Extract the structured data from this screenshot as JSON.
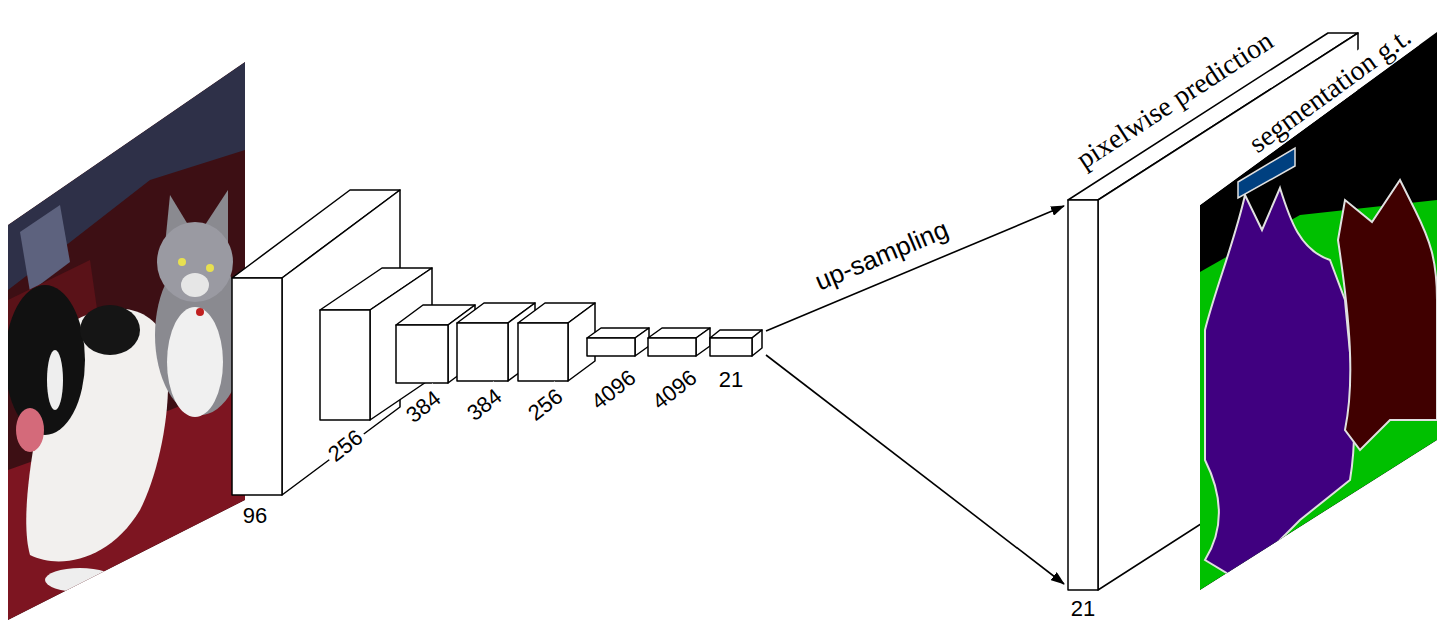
{
  "diagram": {
    "nodes": [
      {
        "text": [
          "96"
        ]
      },
      {
        "text": [
          "256"
        ]
      },
      {
        "text": [
          "384"
        ]
      },
      {
        "text": [
          "384"
        ]
      },
      {
        "text": [
          "256"
        ]
      },
      {
        "text": [
          "4096"
        ]
      },
      {
        "text": [
          "4096"
        ]
      },
      {
        "text": [
          "21"
        ]
      },
      {
        "text": [
          "pixelwise prediction",
          "21"
        ]
      }
    ],
    "edges": [
      {
        "from": 7,
        "to": 8,
        "arrow": "to",
        "label": "up-sampling"
      },
      {
        "from": 7,
        "to": 8,
        "arrow": "to"
      }
    ],
    "labels": [
      "segmentation g.t."
    ]
  }
}
